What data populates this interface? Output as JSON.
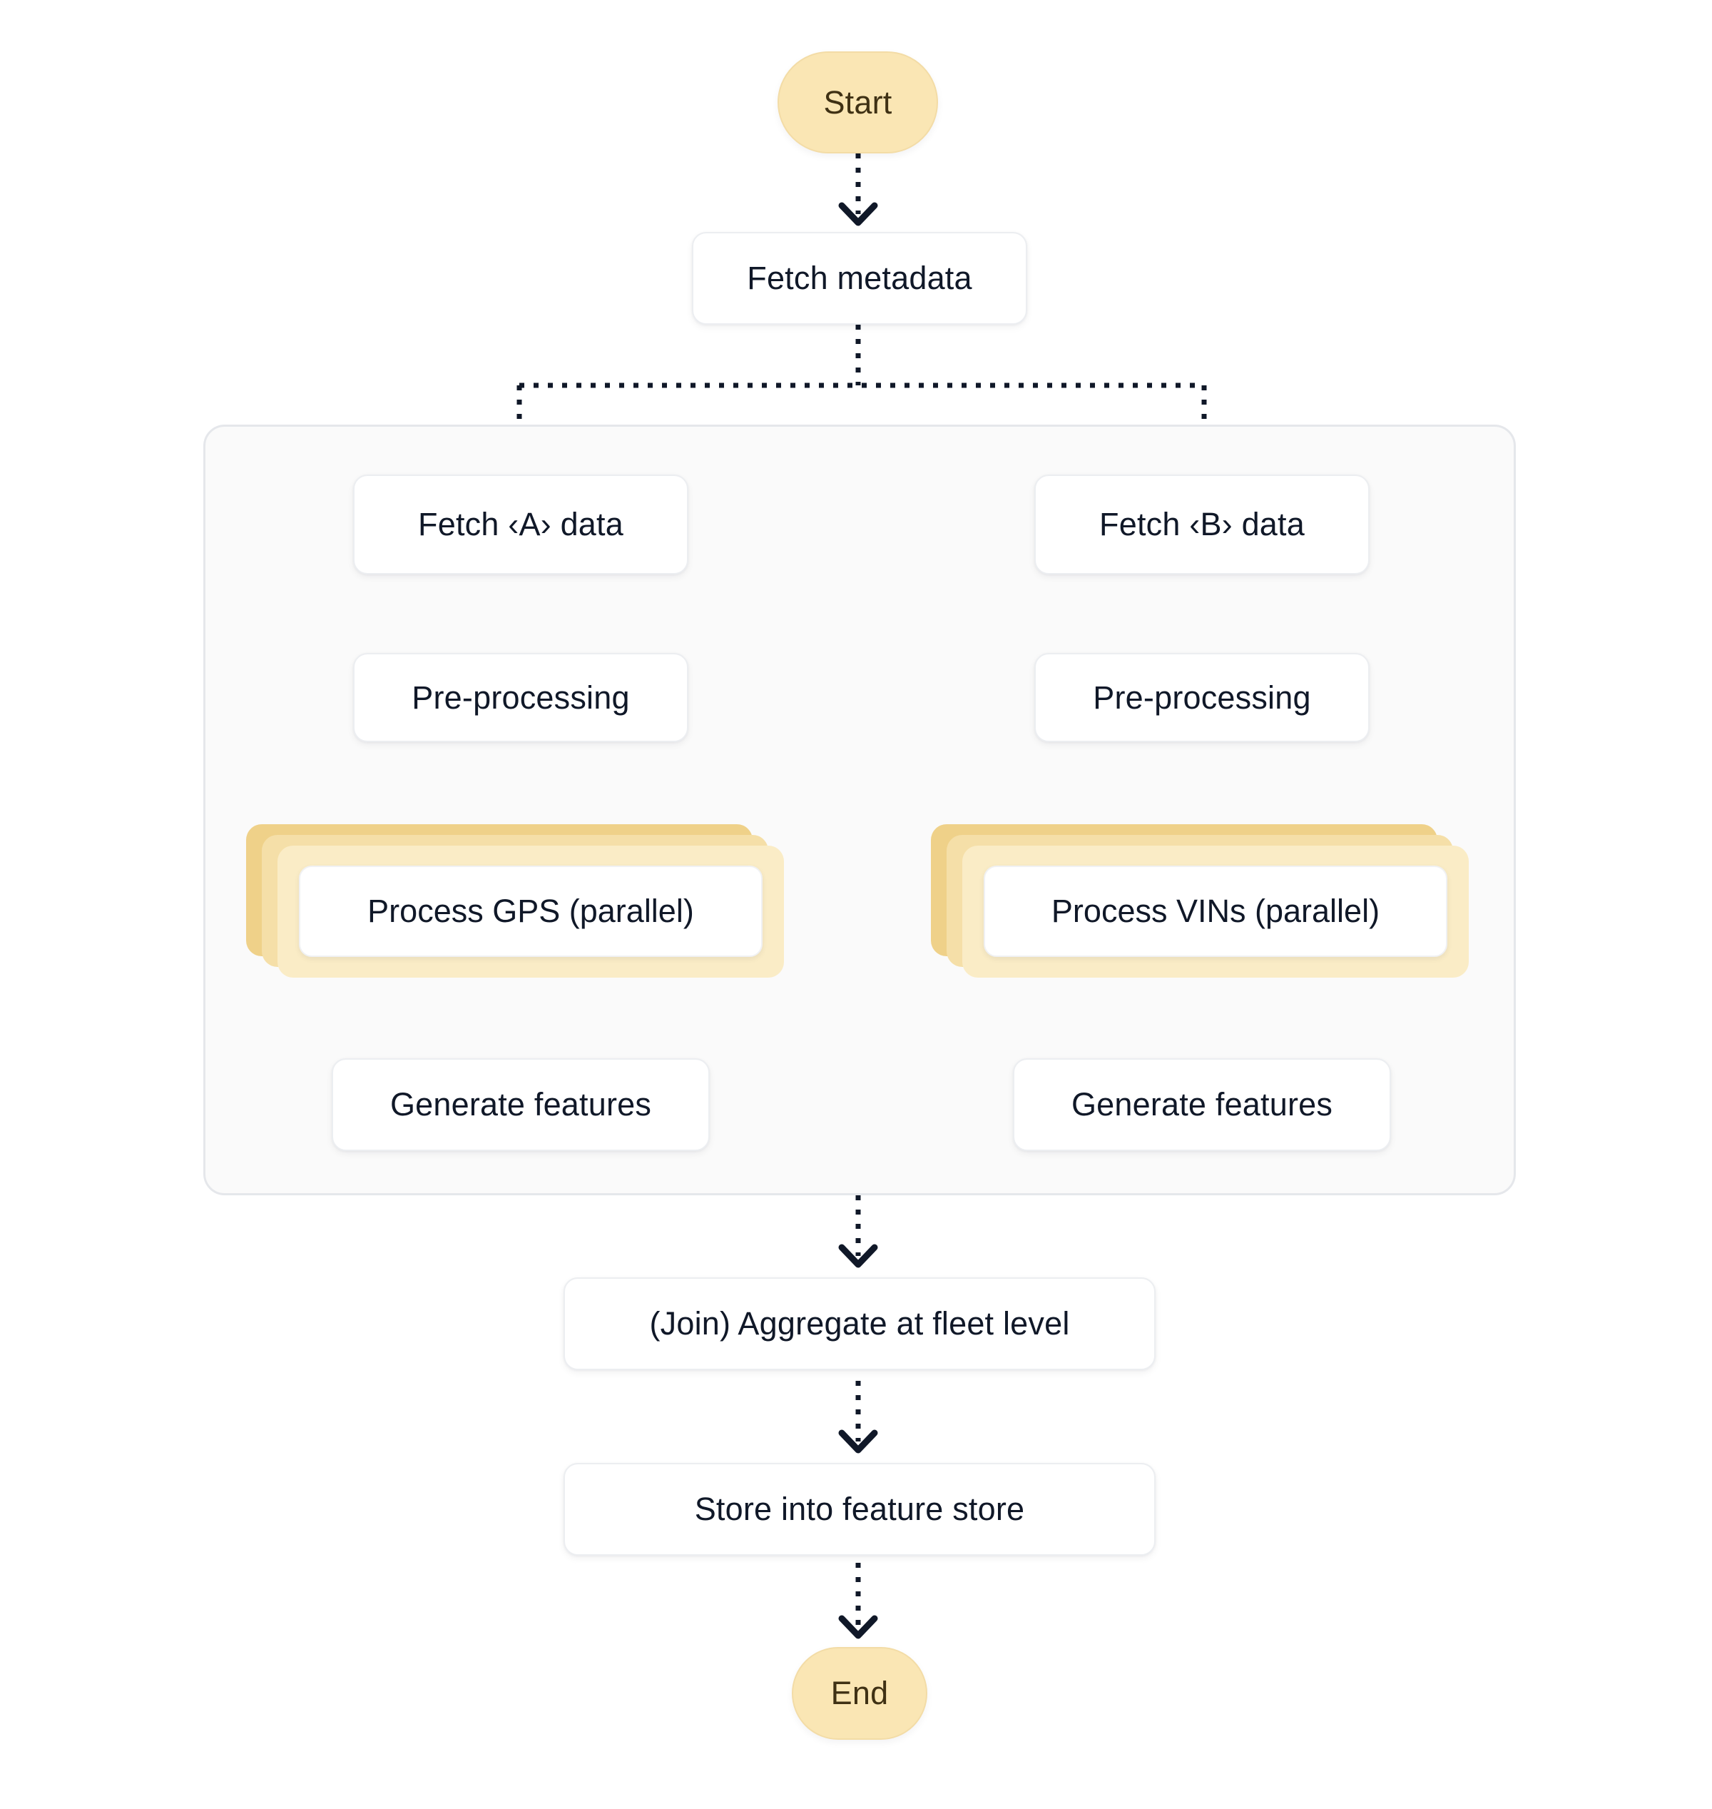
{
  "diagram": {
    "title": "Fleet data pipeline flowchart",
    "background": "#ffffff",
    "colors": {
      "node_fill": "#ffffff",
      "node_border": "#eceef1",
      "node_text": "#101828",
      "terminal_fill": "#fae6b4",
      "terminal_text": "#3f3114",
      "group_fill": "#fafafa",
      "group_border": "#e5e7eb",
      "stack_back": "#efd189",
      "stack_mid": "#f5dfa8",
      "stack_front": "#faecc6",
      "edge_stroke": "#101828"
    },
    "edge_style": "dashed",
    "arrowhead": "open-chevron",
    "nodes": {
      "start": {
        "label": "Start",
        "shape": "pill",
        "kind": "terminal"
      },
      "fetch_metadata": {
        "label": "Fetch metadata",
        "shape": "rounded-rect",
        "kind": "process"
      },
      "fetch_a": {
        "label": "Fetch ‹A› data",
        "shape": "rounded-rect",
        "kind": "process"
      },
      "fetch_b": {
        "label": "Fetch ‹B› data",
        "shape": "rounded-rect",
        "kind": "process"
      },
      "preprocess_a": {
        "label": "Pre-processing",
        "shape": "rounded-rect",
        "kind": "process"
      },
      "preprocess_b": {
        "label": "Pre-processing",
        "shape": "rounded-rect",
        "kind": "process"
      },
      "process_gps": {
        "label": "Process GPS (parallel)",
        "shape": "stacked-rect",
        "kind": "parallel"
      },
      "process_vins": {
        "label": "Process VINs (parallel)",
        "shape": "stacked-rect",
        "kind": "parallel"
      },
      "generate_features_a": {
        "label": "Generate features",
        "shape": "rounded-rect",
        "kind": "process"
      },
      "generate_features_b": {
        "label": "Generate features",
        "shape": "rounded-rect",
        "kind": "process"
      },
      "join_aggregate": {
        "label": "(Join) Aggregate at fleet level",
        "shape": "rounded-rect",
        "kind": "process"
      },
      "store_feature_store": {
        "label": "Store into feature store",
        "shape": "rounded-rect",
        "kind": "process"
      },
      "end": {
        "label": "End",
        "shape": "pill",
        "kind": "terminal"
      }
    },
    "group": {
      "label": "",
      "contains": [
        "fetch_a",
        "fetch_b",
        "preprocess_a",
        "preprocess_b",
        "process_gps",
        "process_vins",
        "generate_features_a",
        "generate_features_b"
      ]
    },
    "edges": [
      {
        "from": "start",
        "to": "fetch_metadata"
      },
      {
        "from": "fetch_metadata",
        "to": "fetch_a"
      },
      {
        "from": "fetch_metadata",
        "to": "fetch_b"
      },
      {
        "from": "fetch_a",
        "to": "preprocess_a"
      },
      {
        "from": "fetch_b",
        "to": "preprocess_b"
      },
      {
        "from": "preprocess_a",
        "to": "process_gps"
      },
      {
        "from": "preprocess_b",
        "to": "process_vins"
      },
      {
        "from": "process_gps",
        "to": "generate_features_a"
      },
      {
        "from": "process_vins",
        "to": "generate_features_b"
      },
      {
        "from": "group",
        "to": "join_aggregate"
      },
      {
        "from": "join_aggregate",
        "to": "store_feature_store"
      },
      {
        "from": "store_feature_store",
        "to": "end"
      }
    ]
  }
}
